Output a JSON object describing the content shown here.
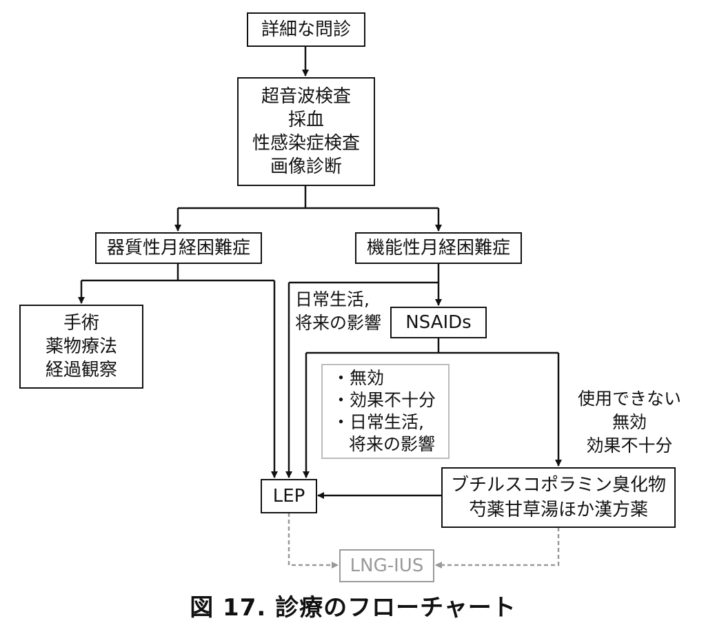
{
  "nodes": {
    "interview": [
      "詳細な問診"
    ],
    "exams": [
      "超音波検査",
      "採血",
      "性感染症検査",
      "画像診断"
    ],
    "organic": [
      "器質性月経困難症"
    ],
    "functional": [
      "機能性月経困難症"
    ],
    "organic_treatment": [
      "手術",
      "薬物療法",
      "経過観察"
    ],
    "nsaids": [
      "NSAIDs"
    ],
    "lep": [
      "LEP"
    ],
    "kampo": [
      "ブチルスコポラミン臭化物",
      "芍薬甘草湯ほか漢方薬"
    ],
    "lng_ius": [
      "LNG-IUS"
    ]
  },
  "notes": {
    "daily_life": [
      "日常生活,",
      "将来の影響"
    ],
    "nsaids_failure": [
      "・無効",
      "・効果不十分",
      "・日常生活,",
      "将来の影響"
    ],
    "cannot_use": [
      "使用できない",
      "無効",
      "効果不十分"
    ]
  },
  "caption": "図 17. 診療のフローチャート"
}
